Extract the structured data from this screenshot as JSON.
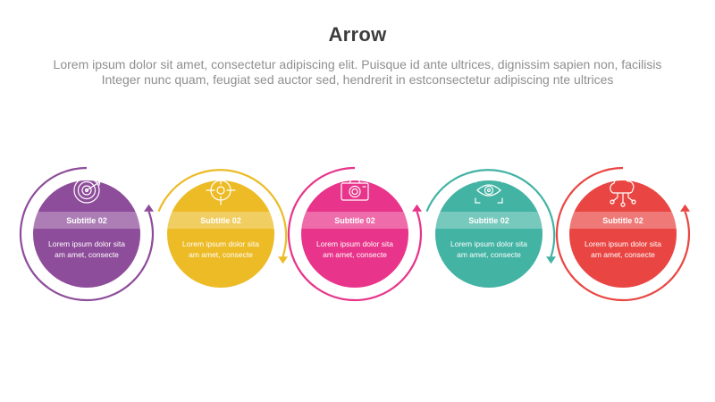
{
  "header": {
    "title": "Arrow",
    "subtitle_line1": "Lorem ipsum dolor sit amet, consectetur adipiscing elit. Puisque id ante ultrices, dignissim sapien non, facilisis",
    "subtitle_line2": "Integer nunc quam, feugiat sed auctor sed, hendrerit in estconsectetur adipiscing nte ultrices"
  },
  "steps": [
    {
      "label": "Subtitle 02",
      "desc_line1": "Lorem ipsum dolor sita",
      "desc_line2": "am amet, consecte",
      "color": "#8e4d9a",
      "arc_color": "#8e4d9a",
      "icon": "target-icon",
      "arc": "bottom"
    },
    {
      "label": "Subtitle 02",
      "desc_line1": "Lorem ipsum dolor sita",
      "desc_line2": "am amet, consecte",
      "color": "#ecbb26",
      "arc_color": "#ecbb26",
      "icon": "crosshair-icon",
      "arc": "top"
    },
    {
      "label": "Subtitle 02",
      "desc_line1": "Lorem ipsum dolor sita",
      "desc_line2": "am amet, consecte",
      "color": "#e8348a",
      "arc_color": "#e8348a",
      "icon": "camera-icon",
      "arc": "bottom"
    },
    {
      "label": "Subtitle 02",
      "desc_line1": "Lorem ipsum dolor sita",
      "desc_line2": "am amet, consecte",
      "color": "#43b3a4",
      "arc_color": "#43b3a4",
      "icon": "eye-icon",
      "arc": "top"
    },
    {
      "label": "Subtitle 02",
      "desc_line1": "Lorem ipsum dolor sita",
      "desc_line2": "am amet, consecte",
      "color": "#e94643",
      "arc_color": "#e94643",
      "icon": "cloud-network-icon",
      "arc": "bottom"
    }
  ]
}
